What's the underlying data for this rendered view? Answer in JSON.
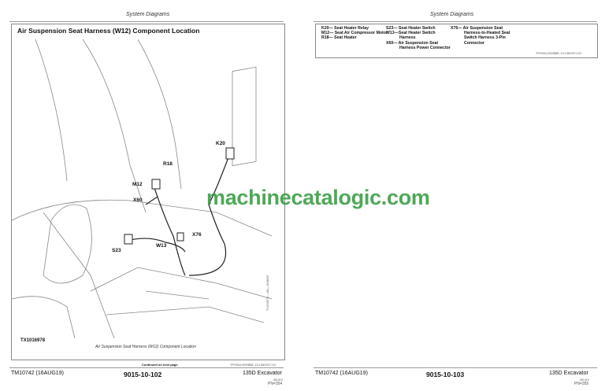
{
  "left_page": {
    "header": "System Diagrams",
    "title": "Air Suspension Seat Harness (W12) Component Location",
    "callouts": [
      "K20",
      "R18",
      "M12",
      "X60",
      "X76",
      "W13",
      "S23"
    ],
    "figure_id": "TX1016978",
    "side_ref": "TX1016978 —UN—16JUN07",
    "caption": "Air Suspension Seat Harness (W12) Component Location",
    "continued": "Continued on next page",
    "ref": "TP97644,0000B8B -19-13NOV07-1/2",
    "footer": {
      "manual": "TM10742 (16AUG19)",
      "page_code": "9015-10-102",
      "model": "135D Excavator",
      "tiny": "061419",
      "pn": "PN=354"
    }
  },
  "watermark": "machinecatalogic.com",
  "right_page": {
    "header": "System Diagrams",
    "legend": [
      [
        "K20— Seat Heater Relay",
        "M12— Seat Air Compressor Motor",
        "R18— Seat Heater"
      ],
      [
        "S23— Seat Heater Switch",
        "W13—Seat Heater Switch",
        "Harness",
        "X60— Air Suspension Seat",
        "Harness Power Connector"
      ],
      [
        "X76— Air Suspension Seat",
        "Harness-to-Heated Seat",
        "Switch Harness 3-Pin",
        "Connector"
      ]
    ],
    "ref": "TP97644,0000B8B -19-13NOV07-2/2",
    "footer": {
      "manual": "TM10742 (16AUG19)",
      "page_code": "9015-10-103",
      "model": "135D Excavator",
      "tiny": "061419",
      "pn": "PN=355"
    }
  }
}
